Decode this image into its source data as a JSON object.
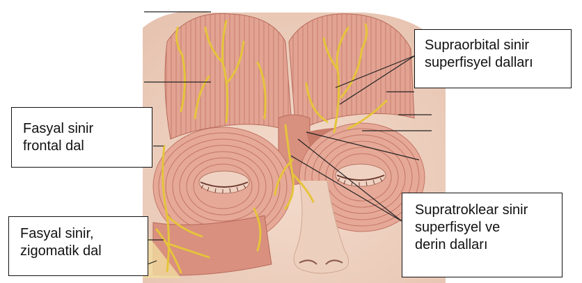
{
  "figure": {
    "labels": {
      "supraorbital": [
        "Supraorbital sinir",
        "superfisyel dalları"
      ],
      "frontal": [
        "Fasyal sinir",
        "frontal dal"
      ],
      "supratroklear": [
        "Supratroklear sinir",
        "superfisyel ve",
        "derin dalları"
      ],
      "zigomatik": [
        "Fasyal sinir,",
        "zigomatik dal"
      ]
    },
    "colors": {
      "muscle": "#e2a28f",
      "muscle_dark": "#c47a6a",
      "skin": "#efd4c4",
      "nerve": "#e5c43b",
      "leader": "#222222"
    }
  }
}
